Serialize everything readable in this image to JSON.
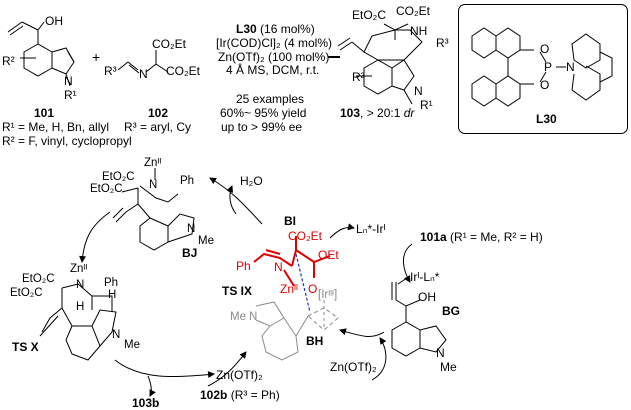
{
  "reaction": {
    "reactant1": {
      "label": "101",
      "substituent_r1": "R¹ = Me, H, Bn, allyl",
      "substituent_r2": "R² = F, vinyl, cyclopropyl",
      "atoms": {
        "oh": "OH",
        "r2": "R²",
        "n": "N",
        "r1": "R¹"
      }
    },
    "plus": "+",
    "reactant2": {
      "label": "102",
      "substituent_r3": "R³ = aryl, Cy",
      "atoms": {
        "r3": "R³",
        "n": "N",
        "co2et_top": "CO₂Et",
        "co2et_right": "CO₂Et"
      }
    },
    "conditions": {
      "line1_bold": "L30",
      "line1_rest": " (16 mol%)",
      "line2": "[Ir(COD)Cl]₂ (4 mol%)",
      "line3": "Zn(OTf)₂ (100 mol%)",
      "line4": "4 Å MS, DCM, r.t.",
      "scope": [
        "25 examples",
        "60%~ 95% yield",
        "up to > 99% ee"
      ]
    },
    "product": {
      "label": "103",
      "dr": ", > 20:1 ",
      "dr_italic": "dr",
      "atoms": {
        "eto2c": "EtO₂C",
        "co2et": "CO₂Et",
        "nh": "NH",
        "r3": "R³",
        "r2": "R²",
        "n": "N",
        "r1": "R¹"
      }
    },
    "ligand": {
      "label": "L30",
      "atoms": {
        "o1": "O",
        "o2": "O",
        "p": "P",
        "n": "N"
      }
    }
  },
  "mechanism": {
    "water": "H₂O",
    "BI": {
      "label": "BI",
      "co2et": "CO₂Et",
      "oet": "OEt",
      "ph": "Ph",
      "n": "N",
      "zn": "Znᴵᴵ",
      "o": "O"
    },
    "TS_IX": {
      "label": "TS IX",
      "ir": "[Irᴵᴵᴵ]",
      "me": "Me",
      "n": "N"
    },
    "BH": {
      "label": "BH"
    },
    "catalyst": "Lₙ*-Irᴵ",
    "substrate_in": {
      "bold": "101a",
      "rest": " (R¹ = Me, R² = H)"
    },
    "BG": {
      "label": "BG",
      "ir": "Irᴵ-Lₙ*",
      "oh": "OH",
      "n": "N",
      "me": "Me"
    },
    "zn_in": "Zn(OTf)₂",
    "imine_in": {
      "bold": "102b",
      "rest": " (R³ = Ph)"
    },
    "zn_out": "Zn(OTf)₂",
    "product_out": "103b",
    "TS_X": {
      "label": "TS X",
      "zn": "Znᴵᴵ",
      "eto2c1": "EtO₂C",
      "eto2c2": "EtO₂C",
      "n": "N",
      "ph": "Ph",
      "h1": "H",
      "h2": "H",
      "nme": "N",
      "me": "Me"
    },
    "BJ": {
      "label": "BJ",
      "zn": "Znᴵᴵ",
      "eto2c1": "EtO₂C",
      "eto2c2": "EtO₂C",
      "n": "N",
      "ph": "Ph",
      "nme": "N",
      "me": "Me"
    }
  },
  "colors": {
    "highlight": "#e00000",
    "faded": "#8a8a8a",
    "interaction": "#1a2fd0"
  }
}
